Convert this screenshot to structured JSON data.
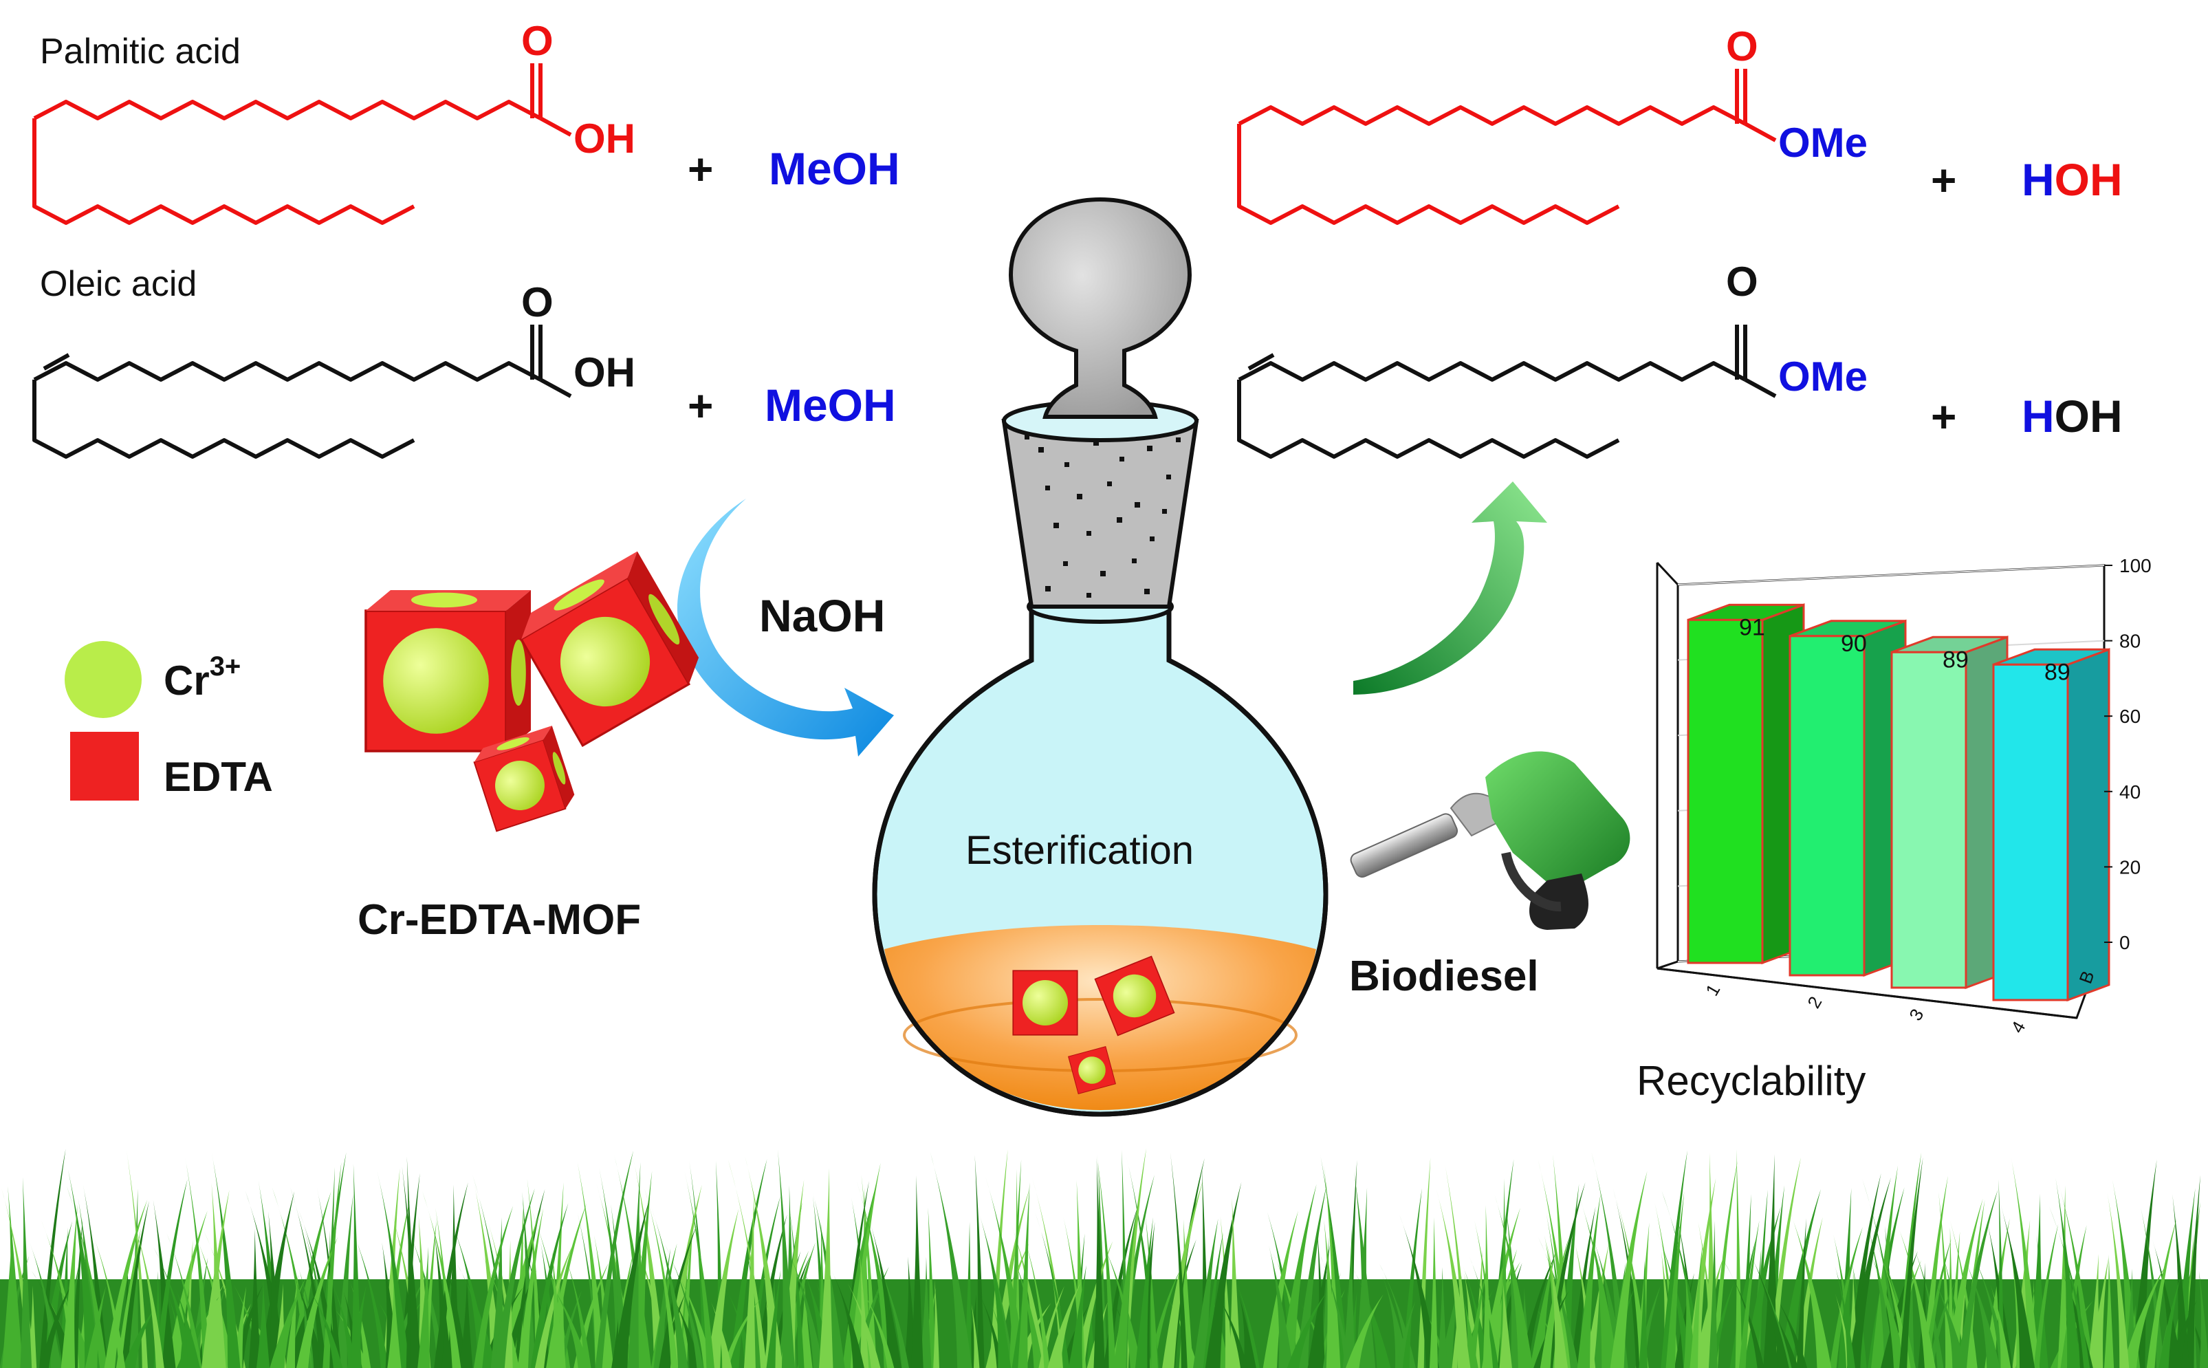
{
  "reactants": {
    "palmitic_label": "Palmitic acid",
    "oleic_label": "Oleic acid",
    "acid_oh": "OH",
    "acid_o": "O",
    "plus": "+",
    "meoh": "MeOH"
  },
  "products": {
    "ester_o": "O",
    "ome": "OMe",
    "plus": "+",
    "hoh_h": "H",
    "hoh_oh": "OH"
  },
  "catalyst": {
    "base": "NaOH",
    "legend_cr": "Cr",
    "legend_cr_sup": "3+",
    "legend_edta": "EDTA",
    "mof_label": "Cr-EDTA-MOF"
  },
  "flask": {
    "label": "Esterification"
  },
  "fuel": {
    "label": "Biodiesel"
  },
  "colors": {
    "palmitic": "#ee1111",
    "oleic": "#111111",
    "meoh": "#1010e0",
    "cr_sphere": "#c8f046",
    "edta_cube": "#ee2222",
    "flask_liquid": "#f7962a",
    "flask_glass": "#c6f5f9",
    "arrow_blue": "#19a8ee",
    "arrow_green": "#14a83a",
    "nozzle": "#2fae3e",
    "grass": "#35a92c"
  },
  "chart_data": {
    "type": "bar",
    "title": "Recyclability",
    "categories": [
      "1",
      "2",
      "3",
      "4"
    ],
    "values": [
      91,
      90,
      89,
      89
    ],
    "bar_colors": [
      "#20e020",
      "#22ee70",
      "#88f7b0",
      "#22e6ea"
    ],
    "ylim": [
      0,
      100
    ],
    "y_ticks": [
      "0",
      "20",
      "40",
      "60",
      "80",
      "100"
    ],
    "depth_axis_label": "B",
    "grid": true
  }
}
